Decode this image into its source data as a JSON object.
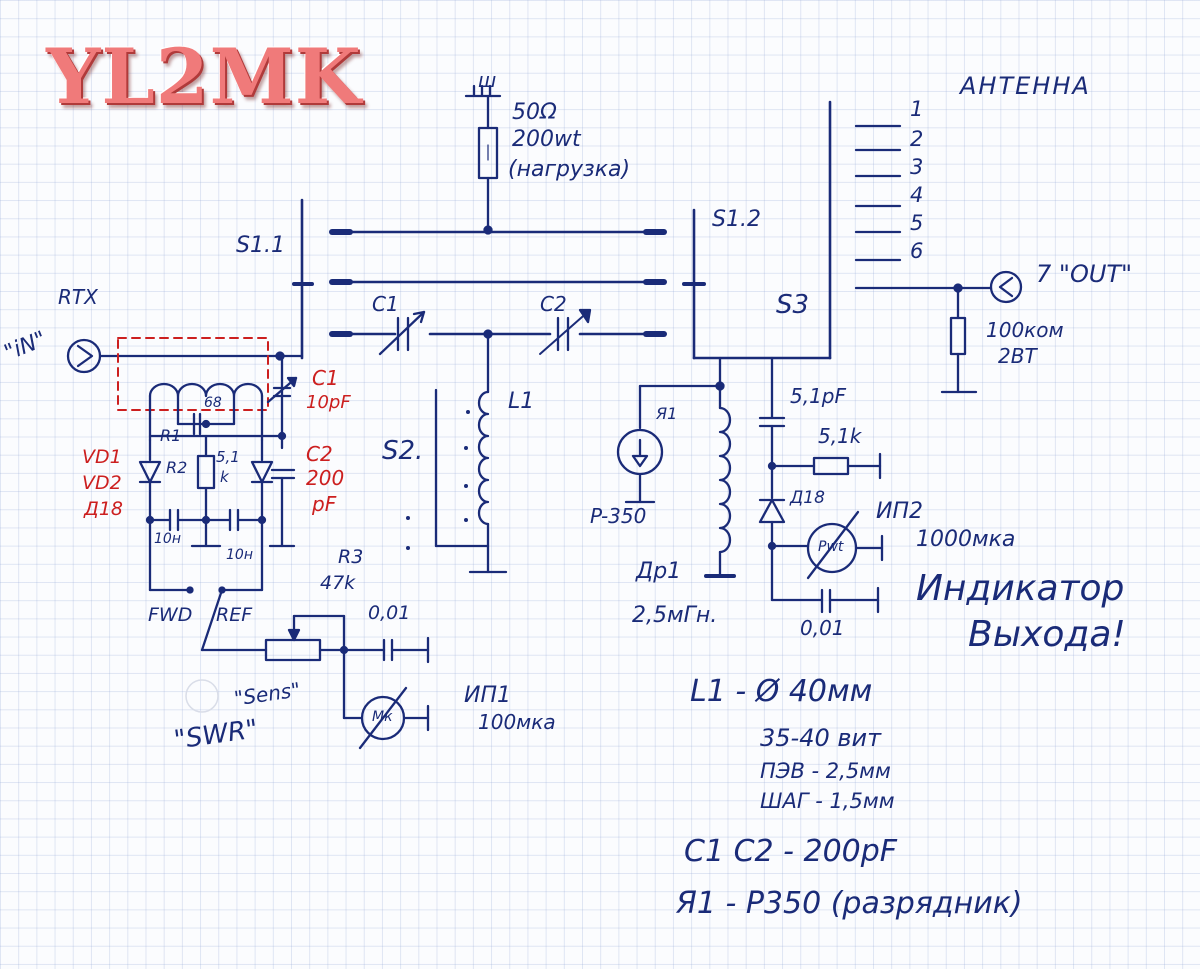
{
  "logo": "YL2MK",
  "colors": {
    "ink": "#1a2b78",
    "red_ink": "#cc1f1f",
    "logo": "#f07a7a",
    "grid": "#b0bfe0",
    "paper": "#fbfcfe"
  },
  "labels": {
    "load_ground": "ш",
    "load_resistance": "50Ω",
    "load_power": "200wt",
    "load_note": "(нагрузка)",
    "antenna": "АНТЕННА",
    "antenna_positions": [
      "1",
      "2",
      "3",
      "4",
      "5",
      "6"
    ],
    "s1_1": "S1.1",
    "s1_2": "S1.2",
    "s2": "S2.",
    "s3": "S3",
    "rtx": "RTX",
    "in": "\"iN\"",
    "out": "7 \"OUT\"",
    "out_resistor": [
      "100ком",
      "2ВТ"
    ],
    "c1_tuner": "C1",
    "c2_tuner": "C2",
    "l1": "L1",
    "c1_bridge": [
      "C1",
      "10pF"
    ],
    "c2_bridge": [
      "C2",
      "200",
      "pF"
    ],
    "vd1": "VD1",
    "vd2": "VD2",
    "d18_left": "Д18",
    "r1": "R1",
    "r2": "R2",
    "r_68": "68",
    "r_51k": "5,1",
    "r_51k_unit": "k",
    "cap_10n_a": "10н",
    "cap_10n_b": "10н",
    "fwd": "FWD",
    "ref": "REF",
    "r3": [
      "R3",
      "47k"
    ],
    "cap_001_a": "0,01",
    "sens": "\"Sens\"",
    "swr": "\"SWR\"",
    "ip1": [
      "ИП1",
      "100мка"
    ],
    "ya1": "Я1",
    "p350": "P-350",
    "dr1": [
      "Др1",
      "2,5мГн."
    ],
    "c_51pf": "5,1pF",
    "r_51k_right": "5,1k",
    "d18_right": "Д18",
    "ip2": "ИП2",
    "ip2_meter": "Pwt",
    "ip2_range": "1000мка",
    "ind_line1": "Индикатор",
    "ind_line2": "Выхода!",
    "cap_001_b": "0,01",
    "meter_mka": "Мк",
    "meter_arrow": "↗"
  },
  "notes": [
    "L1 - Ø 40мм",
    "35-40 вит",
    "ПЭВ - 2,5мм",
    "ШАГ - 1,5мм",
    "C1 C2 - 200pF",
    "Я1 - P350 (разрядник)"
  ]
}
